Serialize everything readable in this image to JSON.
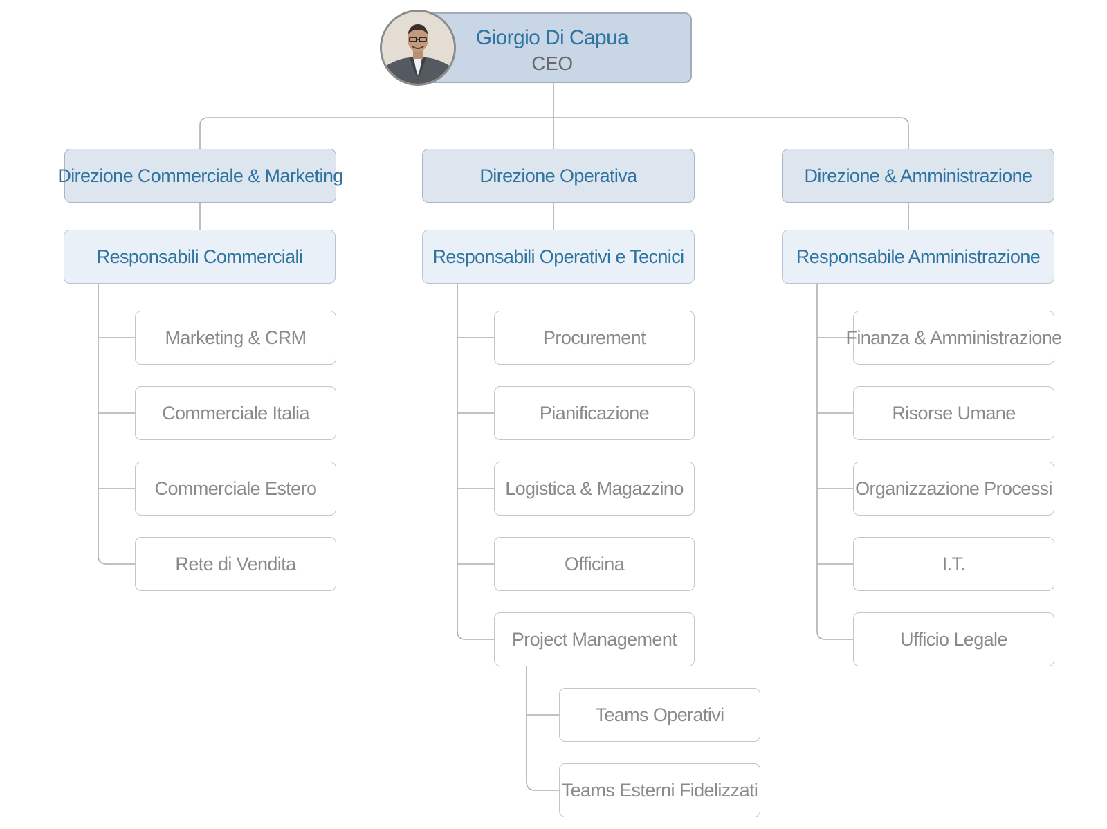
{
  "ceo": {
    "name": "Giorgio Di Capua",
    "role": "CEO"
  },
  "colors": {
    "line": "#aeaeae",
    "title_blue": "#2f73a0",
    "leaf_text": "#8a8a8a",
    "ceo_fill": "#c9d6e6",
    "director_fill": "#dde5ef",
    "manager_fill": "#eaf0f7"
  },
  "branches": [
    {
      "director": "Direzione Commerciale & Marketing",
      "manager": "Responsabili Commerciali",
      "units": [
        "Marketing & CRM",
        "Commerciale Italia",
        "Commerciale Estero",
        "Rete di Vendita"
      ]
    },
    {
      "director": "Direzione Operativa",
      "manager": "Responsabili Operativi e Tecnici",
      "units": [
        "Procurement",
        "Pianificazione",
        "Logistica & Magazzino",
        "Officina",
        "Project Management"
      ],
      "sub_units": [
        "Teams Operativi",
        "Teams Esterni Fidelizzati"
      ]
    },
    {
      "director": "Direzione & Amministrazione",
      "manager": "Responsabile Amministrazione",
      "units": [
        "Finanza & Amministrazione",
        "Risorse Umane",
        "Organizzazione Processi",
        "I.T.",
        "Ufficio Legale"
      ]
    }
  ]
}
